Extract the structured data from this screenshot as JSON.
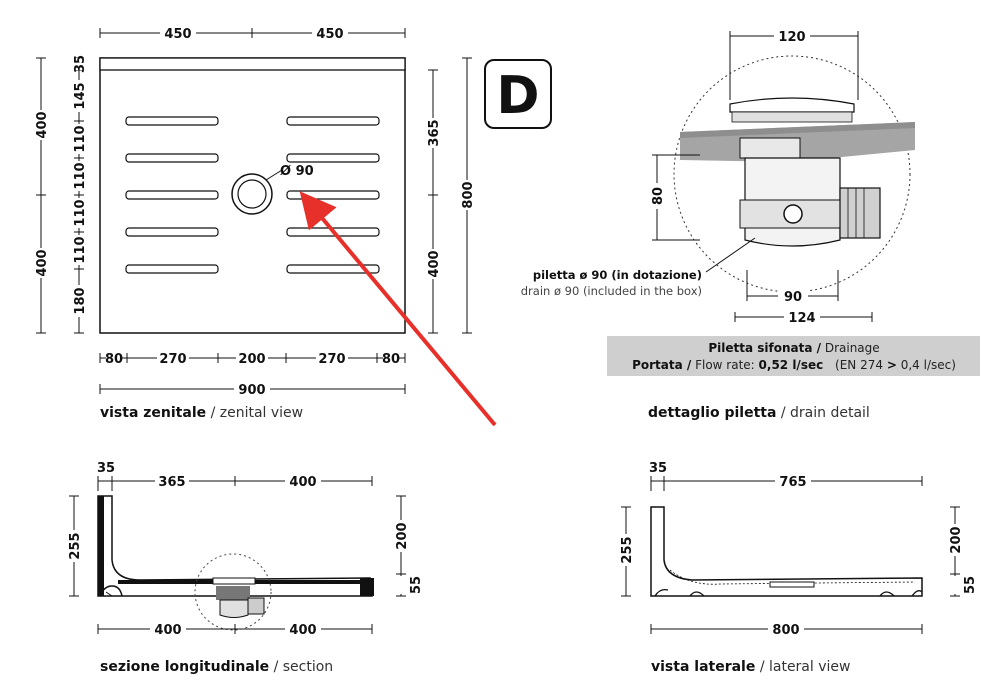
{
  "badge": "D",
  "top_view": {
    "dims_top": [
      "450",
      "450"
    ],
    "dims_left": [
      "35",
      "145",
      "110",
      "110",
      "110",
      "110",
      "180"
    ],
    "dims_left_outer": [
      "400",
      "400"
    ],
    "dims_right_inner": [
      "365",
      "400"
    ],
    "dim_right_outer": "800",
    "dims_bottom": [
      "80",
      "270",
      "200",
      "270",
      "80"
    ],
    "dim_total": "900",
    "drain_label": "Ø 90",
    "caption_bold": "vista zenitale",
    "caption_regular": "/ zenital view"
  },
  "drain_detail": {
    "dim_top": "120",
    "dim_left": "80",
    "dim_bottom_inner": "90",
    "dim_bottom_outer": "124",
    "note_bold": "piletta ø 90 (in dotazione)",
    "note_regular": "drain ø 90 (included in the box)",
    "box_line1_bold": "Piletta sifonata /",
    "box_line1_regular": "Drainage",
    "box_line2_bold1": "Portata /",
    "box_line2_regular1": "Flow rate:",
    "box_line2_bold2": "0,52 l/sec",
    "box_line2_regular2": "(EN 274",
    "box_line2_bold3": ">",
    "box_line2_regular3": "0,4 l/sec)",
    "caption_bold": "dettaglio piletta",
    "caption_regular": "/ drain detail"
  },
  "section_view": {
    "dims_top": [
      "35",
      "365",
      "400"
    ],
    "dim_left": "255",
    "dims_right": [
      "200",
      "55"
    ],
    "dims_bottom": [
      "400",
      "400"
    ],
    "caption_bold": "sezione longitudinale",
    "caption_regular": "/ section"
  },
  "lateral_view": {
    "dims_top": [
      "35",
      "765"
    ],
    "dim_left": "255",
    "dims_right": [
      "200",
      "55"
    ],
    "dim_bottom": "800",
    "caption_bold": "vista laterale",
    "caption_regular": "/ lateral view"
  },
  "colors": {
    "arrow": "#e8302a",
    "info_box": "#cfcfcf",
    "line": "#111111"
  }
}
